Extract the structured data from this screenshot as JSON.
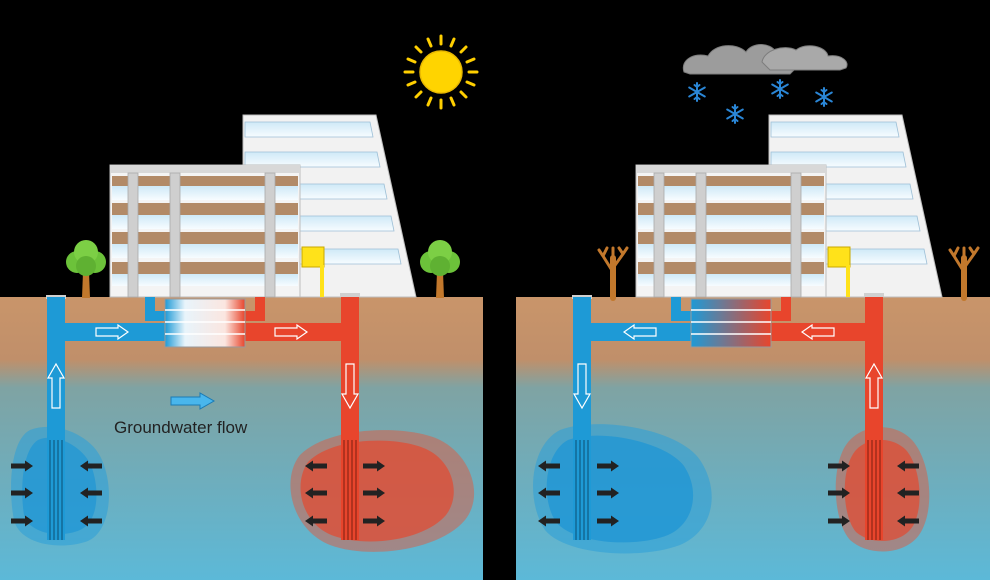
{
  "diagram": {
    "flow_label": "Groundwater flow",
    "panels": [
      {
        "id": "summer",
        "weather": "sun-icon",
        "season_trees": "leafy"
      },
      {
        "id": "winter",
        "weather": "snow-cloud-icon",
        "season_trees": "bare"
      }
    ],
    "colors": {
      "background": "#000000",
      "soil": "#c9956a",
      "water_top": "#6d9fa6",
      "water_bottom": "#5cb8d6",
      "cold": "#1e9ad6",
      "hot": "#e8452c",
      "sun": "#ffd400",
      "cloud": "#9c9c9c",
      "tree_leaf": "#6cc23a",
      "trunk": "#c2782c"
    }
  }
}
